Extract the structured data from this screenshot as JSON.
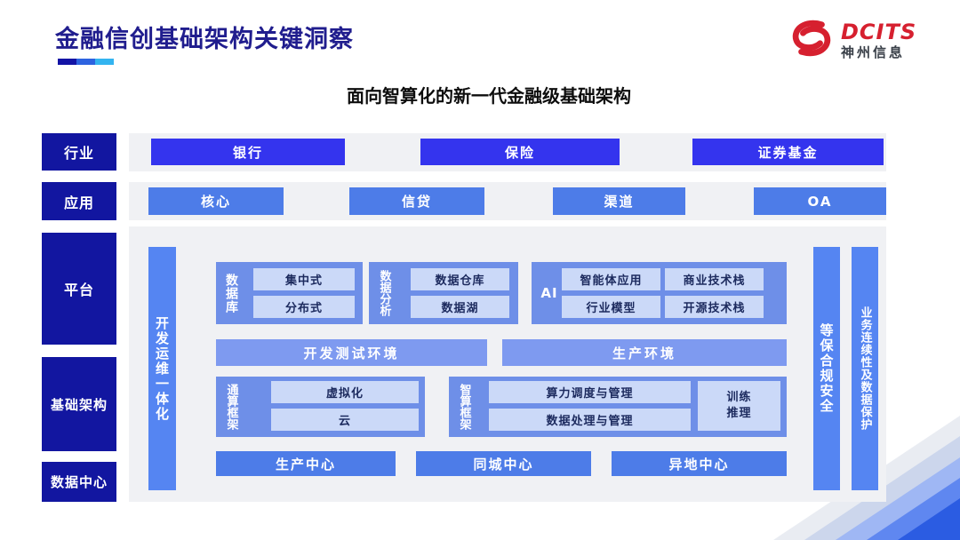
{
  "header": {
    "title": "金融信创基础架构关键洞察",
    "logo": {
      "brand": "DCITS",
      "company": "神州信息"
    }
  },
  "diagram": {
    "subtitle": "面向智算化的新一代金融级基础架构",
    "row_labels": {
      "industry": "行业",
      "application": "应用",
      "platform": "平台",
      "infrastructure": "基础架构",
      "datacenter": "数据中心"
    },
    "industries": [
      "银行",
      "保险",
      "证券基金"
    ],
    "applications": [
      "核心",
      "信贷",
      "渠道",
      "OA"
    ],
    "devops_bar": "开发运维一体化",
    "security_bar": "等保合规安全",
    "continuity_bar": "业务连续性及数据保护",
    "database_group": {
      "label": "数据库",
      "items": [
        "集中式",
        "分布式"
      ]
    },
    "analytics_group": {
      "label": "数据分析",
      "items": [
        "数据仓库",
        "数据湖"
      ]
    },
    "ai_group": {
      "label": "AI",
      "items": [
        "智能体应用",
        "商业技术栈",
        "行业模型",
        "开源技术栈"
      ]
    },
    "environments": [
      "开发测试环境",
      "生产环境"
    ],
    "general_compute_group": {
      "label": "通算框架",
      "items": [
        "虚拟化",
        "云"
      ]
    },
    "smart_compute_group": {
      "label": "智算框架",
      "items": [
        "算力调度与管理",
        "数据处理与管理"
      ],
      "side_item": "训练推理"
    },
    "datacenters": [
      "生产中心",
      "同城中心",
      "异地中心"
    ]
  },
  "colors": {
    "title_navy": "#201d8e",
    "rail_navy": "#1216a0",
    "industry_blue": "#3434ee",
    "application_blue": "#4d7ce8",
    "bar_blue": "#5585f2",
    "group_blue": "#6e8fe8",
    "env_blue": "#7e9af0",
    "chip_blue": "#cbd9f8",
    "chip_text": "#1c2a5e",
    "panel_gray": "#f0f1f4",
    "logo_red": "#d6202f",
    "underline_segments": [
      "#1313a5",
      "#2d63e0",
      "#33b4f0"
    ]
  }
}
